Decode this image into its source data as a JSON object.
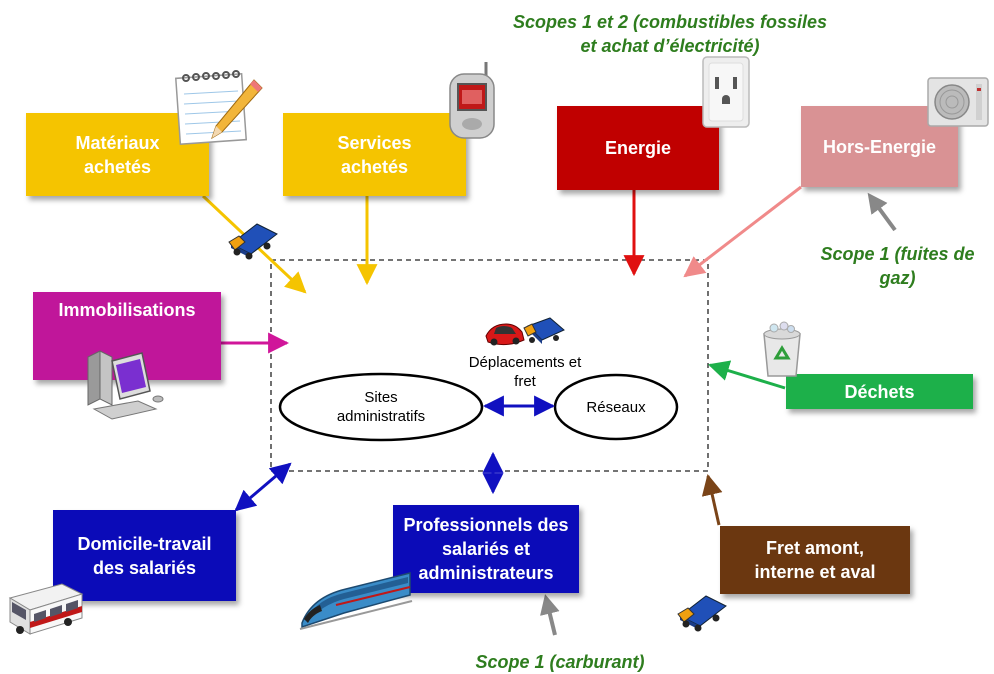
{
  "notes": {
    "scope12": "Scopes 1 et 2 (combustibles fossiles et achat d’électricité)",
    "scope1_gas": "Scope 1 (fuites de gaz)",
    "scope1_fuel": "Scope 1 (carburant)"
  },
  "boxes": {
    "materiaux": "Matériaux achetés",
    "services": "Services achetés",
    "energie": "Energie",
    "hors_energie": "Hors-Energie",
    "immobilisations": "Immobilisations",
    "dechets": "Déchets",
    "domicile": "Domicile-travail des salariés",
    "professionnels": "Professionnels des salariés et administrateurs",
    "fret": "Fret amont, interne et aval"
  },
  "center": {
    "sites": "Sites administratifs",
    "reseaux": "Réseaux",
    "deplacements": "Déplacements et fret"
  },
  "colors": {
    "yellow": "#f5c400",
    "red": "#c00000",
    "pink": "#d99294",
    "magenta": "#c0169a",
    "green": "#1db04a",
    "blue": "#0b0bb8",
    "brown": "#6b3710",
    "note_green": "#2e7d1e"
  },
  "icons": [
    "notepad-pencil-icon",
    "cellphone-icon",
    "power-outlet-icon",
    "air-conditioner-icon",
    "truck-icon",
    "computer-icon",
    "cars-icon",
    "recycle-bin-icon",
    "bus-icon",
    "train-icon"
  ]
}
